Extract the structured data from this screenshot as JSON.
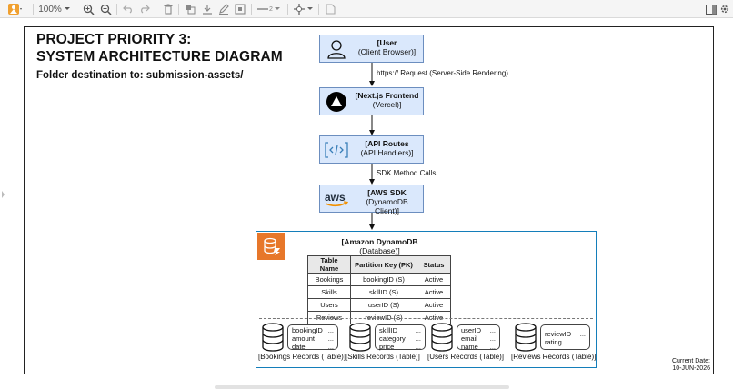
{
  "toolbar": {
    "zoom": "100%",
    "line_value": "2"
  },
  "diagram": {
    "title_line1": "PROJECT PRIORITY 3:",
    "title_line2": "SYSTEM ARCHITECTURE DIAGRAM",
    "subtitle": "Folder destination to: submission-assets/",
    "nodes": [
      {
        "title": "[User",
        "subtitle": "(Client Browser)]",
        "icon": "user-icon"
      },
      {
        "title": "[Next.js Frontend",
        "subtitle": "(Vercel)]",
        "icon": "nextjs-icon"
      },
      {
        "title": "[API Routes",
        "subtitle": "(API Handlers)]",
        "icon": "code-icon"
      },
      {
        "title": "[AWS SDK",
        "subtitle": "(DynamoDB Client)]",
        "icon": "aws-icon"
      }
    ],
    "edges": [
      {
        "label": "https:// Request (Server-Side Rendering)"
      },
      {
        "label": ""
      },
      {
        "label": "SDK Method Calls"
      },
      {
        "label": ""
      }
    ],
    "aws_icon_text": "aws",
    "database": {
      "title": "[Amazon DynamoDB",
      "subtitle": "(Database)]",
      "table": {
        "headers": [
          "Table Name",
          "Partition Key (PK)",
          "Status"
        ],
        "rows": [
          [
            "Bookings",
            "bookingID (S)",
            "Active"
          ],
          [
            "Skills",
            "skillID (S)",
            "Active"
          ],
          [
            "Users",
            "userID (S)",
            "Active"
          ],
          [
            "Reviews",
            "reviewID (S)",
            "Active"
          ]
        ]
      },
      "records": [
        {
          "label": "[Bookings Records (Table)]",
          "fields": [
            [
              "bookingID",
              "..."
            ],
            [
              "amount",
              "..."
            ],
            [
              "date",
              "..."
            ]
          ]
        },
        {
          "label": "[Skills Records (Table)]",
          "fields": [
            [
              "skillID",
              "..."
            ],
            [
              "category",
              "..."
            ],
            [
              "price",
              "..."
            ]
          ]
        },
        {
          "label": "[Users Records (Table)]",
          "fields": [
            [
              "userID",
              "..."
            ],
            [
              "email",
              "..."
            ],
            [
              "name",
              "..."
            ]
          ]
        },
        {
          "label": "[Reviews Records (Table)]",
          "fields": [
            [
              "reviewID",
              "..."
            ],
            [
              "rating",
              "..."
            ]
          ]
        }
      ]
    },
    "current_date_label": "Current Date:",
    "current_date": "10-JUN-2026"
  },
  "colors": {
    "node_fill": "#dae8fc",
    "node_stroke": "#6c8ebf",
    "db_border": "#147eba",
    "aws_orange": "#e7772a"
  }
}
